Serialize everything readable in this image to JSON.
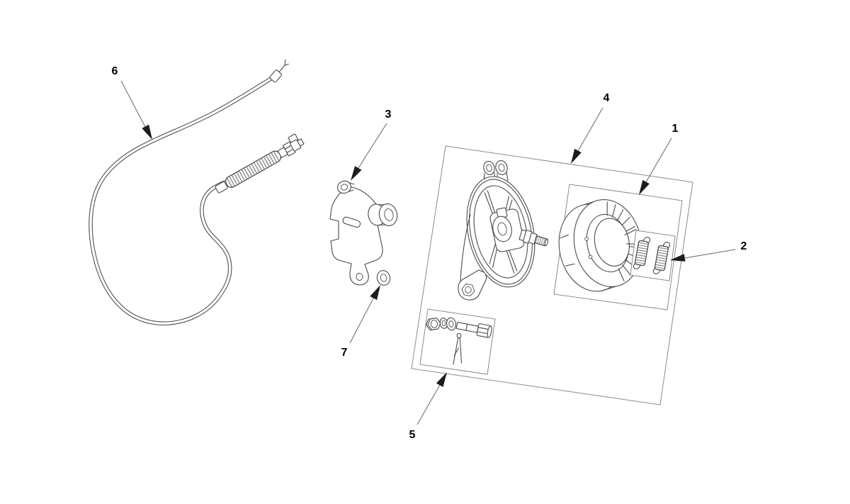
{
  "diagram": {
    "type": "exploded-parts-diagram",
    "background_color": "#ffffff",
    "part_line_color": "#4a4a4a",
    "box_line_color": "#8b8b8b",
    "leader_line_color": "#666666",
    "arrowhead_color": "#1c1c1c",
    "label_color": "#000000",
    "callouts": [
      {
        "label": "1"
      },
      {
        "label": "2"
      },
      {
        "label": "3"
      },
      {
        "label": "4"
      },
      {
        "label": "5"
      },
      {
        "label": "6"
      },
      {
        "label": "7"
      }
    ]
  }
}
